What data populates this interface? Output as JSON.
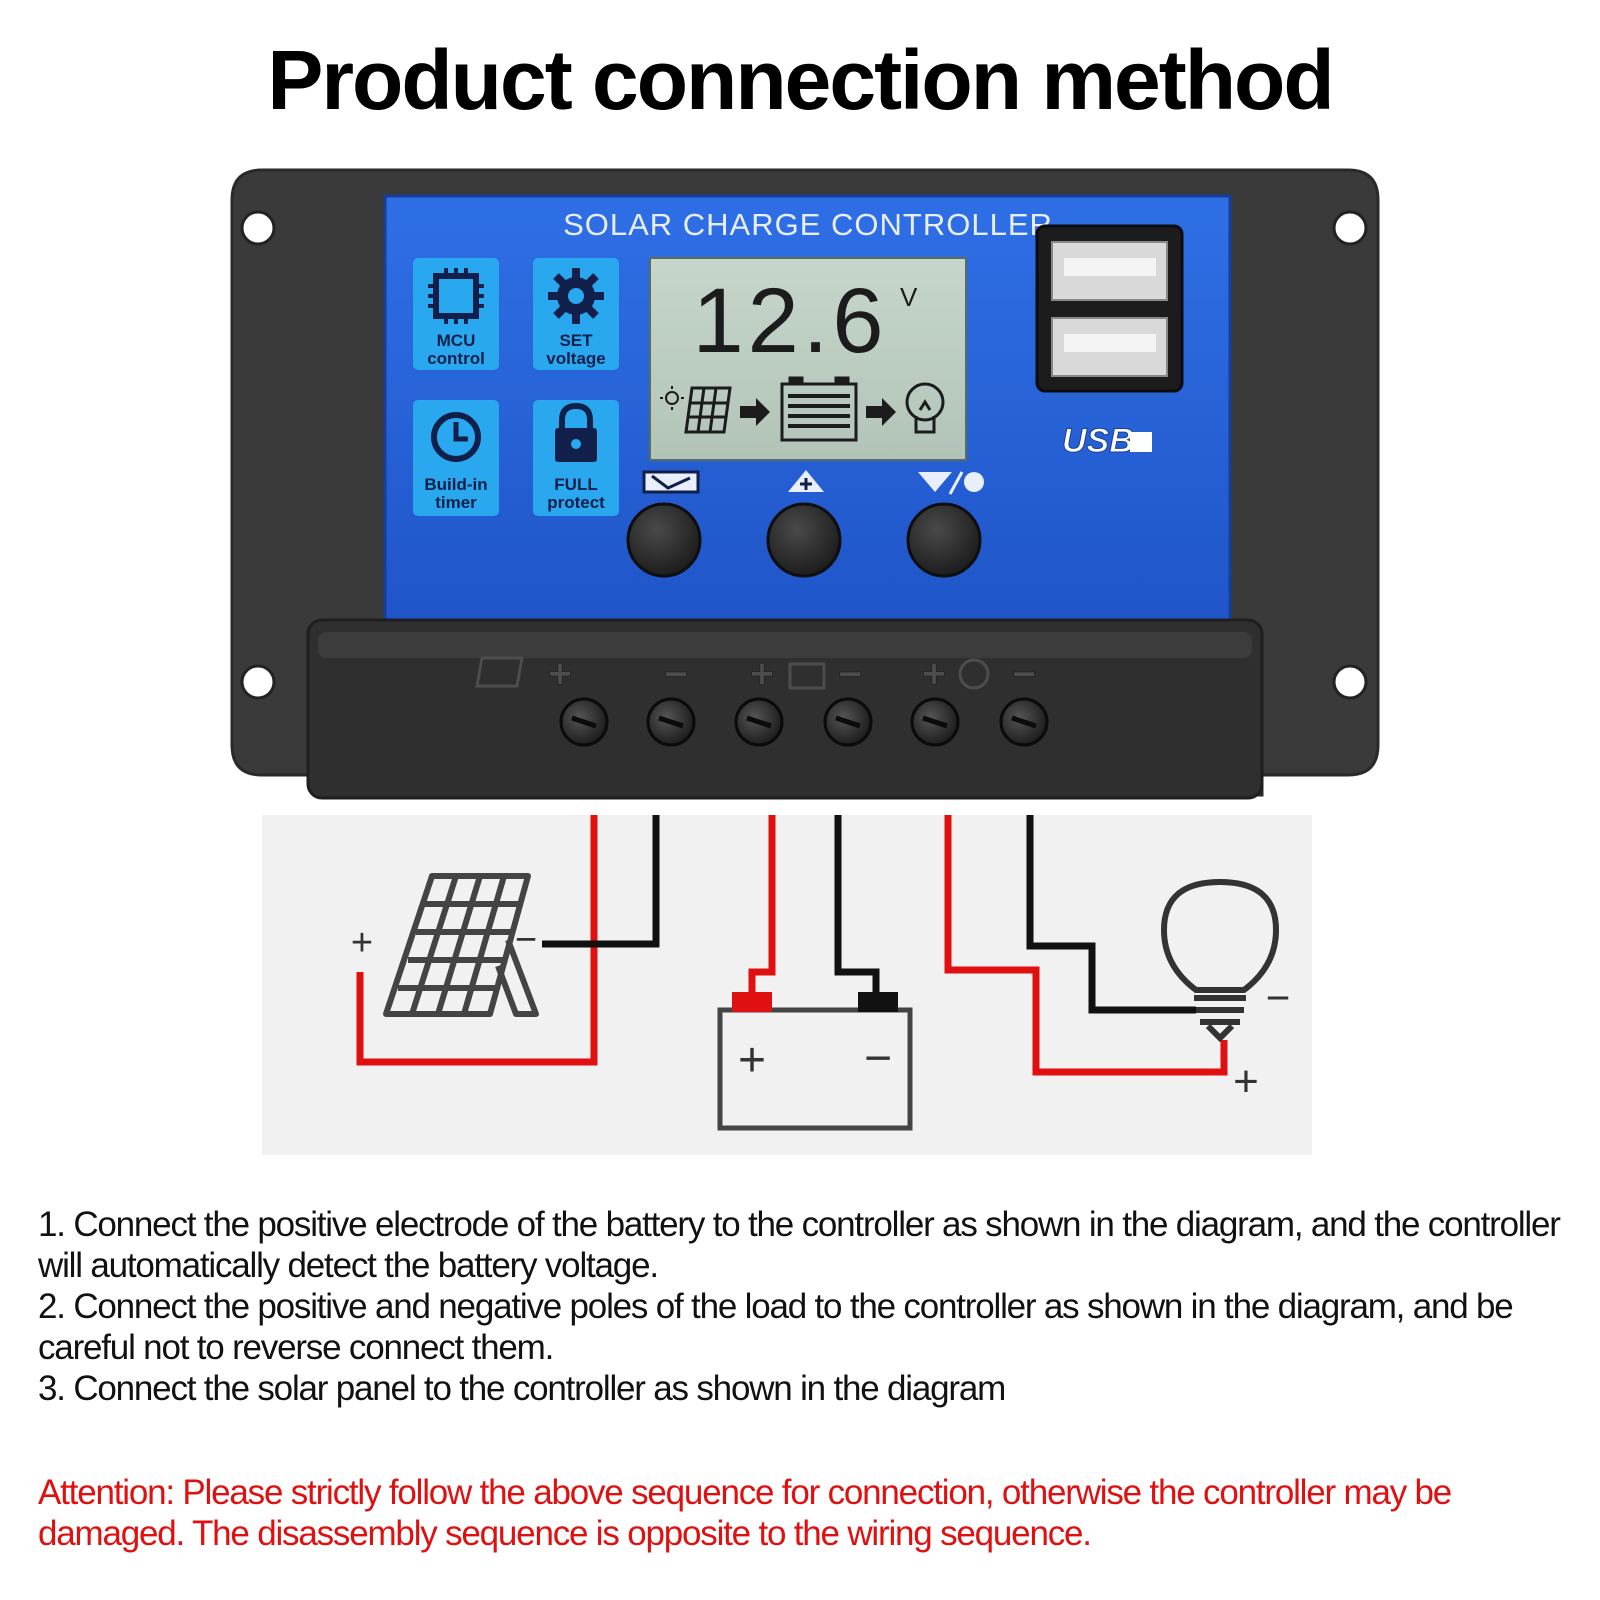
{
  "title": "Product connection method",
  "controller": {
    "panel_title": "SOLAR CHARGE CONTROLLER",
    "lcd_reading": "12.6",
    "lcd_unit": "V",
    "usb_label": "USB",
    "features": [
      {
        "icon": "chip-icon",
        "line1": "MCU",
        "line2": "control"
      },
      {
        "icon": "gear-icon",
        "line1": "SET",
        "line2": "voltage"
      },
      {
        "icon": "clock-icon",
        "line1": "Build-in",
        "line2": "timer"
      },
      {
        "icon": "lock-icon",
        "line1": "FULL",
        "line2": "protect"
      }
    ],
    "buttons": [
      {
        "icon": "menu-icon"
      },
      {
        "icon": "up-arrow-icon"
      },
      {
        "icon": "down-light-icon"
      }
    ],
    "terminal_groups": [
      {
        "icon": "solar-panel-icon",
        "plus": "+",
        "minus": "−"
      },
      {
        "icon": "battery-icon",
        "plus": "+",
        "minus": "−"
      },
      {
        "icon": "bulb-icon",
        "plus": "+",
        "minus": "−"
      }
    ]
  },
  "wiring": {
    "solar_plus": "+",
    "solar_minus": "−",
    "battery_plus": "+",
    "battery_minus": "−",
    "load_plus": "+",
    "load_minus": "−",
    "positive_color": "#e01010",
    "negative_color": "#111111"
  },
  "instructions": [
    "1. Connect the positive electrode of the battery to the controller as shown in the diagram, and the controller will automatically detect the battery voltage.",
    "2. Connect the positive and negative poles of the load to the controller as shown in the diagram, and be careful not to reverse connect them.",
    "3. Connect the solar panel to the controller as shown in the diagram"
  ],
  "attention": "Attention: Please strictly follow the above sequence for connection, otherwise the controller may be damaged. The disassembly sequence is opposite to the wiring sequence."
}
